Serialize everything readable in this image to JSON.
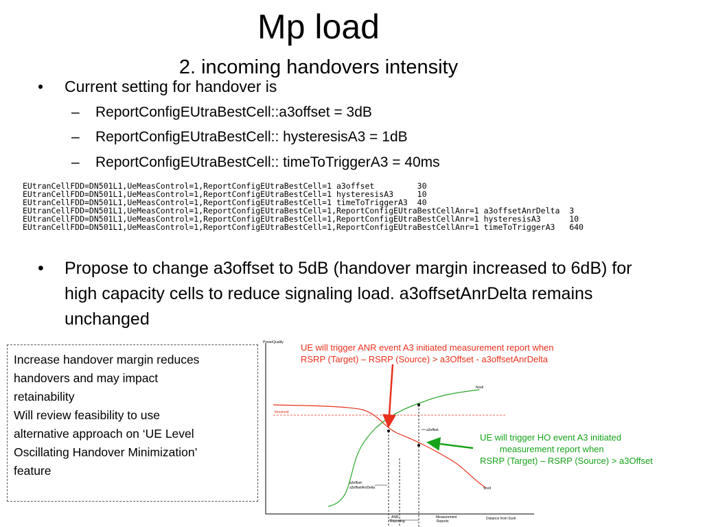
{
  "slide": {
    "title": "Mp load",
    "subtitle": "2. incoming handovers intensity",
    "bullet1": "Current setting for handover is",
    "sub_bullets": [
      "ReportConfigEUtraBestCell::a3offset = 3dB",
      "ReportConfigEUtraBestCell:: hysteresisA3 = 1dB",
      "ReportConfigEUtraBestCell:: timeToTriggerA3 = 40ms"
    ],
    "code_lines": [
      "EUtranCellFDD=DN501L1,UeMeasControl=1,ReportConfigEUtraBestCell=1 a3offset         30",
      "EUtranCellFDD=DN501L1,UeMeasControl=1,ReportConfigEUtraBestCell=1 hysteresisA3     10",
      "EUtranCellFDD=DN501L1,UeMeasControl=1,ReportConfigEUtraBestCell=1 timeToTriggerA3  40",
      "EUtranCellFDD=DN501L1,UeMeasControl=1,ReportConfigEUtraBestCell=1,ReportConfigEUtraBestCellAnr=1 a3offsetAnrDelta  3",
      "EUtranCellFDD=DN501L1,UeMeasControl=1,ReportConfigEUtraBestCell=1,ReportConfigEUtraBestCellAnr=1 hysteresisA3      10",
      "EUtranCellFDD=DN501L1,UeMeasControl=1,ReportConfigEUtraBestCell=1,ReportConfigEUtraBestCellAnr=1 timeToTriggerA3   640"
    ],
    "bullet2": "Propose to change a3offset to 5dB (handover margin increased to 6dB) for high capacity cells to reduce signaling load. a3offsetAnrDelta remains unchanged",
    "note_lines": [
      "Increase handover margin reduces",
      "handovers and may impact",
      "retainability",
      "Will review feasibility to use",
      "alternative approach on ‘UE Level",
      "Oscillating Handover Minimization’",
      "feature"
    ]
  },
  "diagram": {
    "y_axis_label": "PowerQuality",
    "x_axis_label": "Distance from Sceli",
    "ncell_label": "Ncell",
    "scell_label": "Scell",
    "threshold_label": "threshold",
    "a3offset_label": "a3offset",
    "anr_delta_label_1": "a3offset-",
    "anr_delta_label_2": "a3offsetAnrDelta",
    "anr_reporting_1": "ANR",
    "anr_reporting_2": "Reporting",
    "meas_reports_1": "Measurement",
    "meas_reports_2": "Reports",
    "red_annotation": [
      "UE will trigger ANR event A3 initiated measurement report when",
      "RSRP (Target) – RSRP (Source) > a3Offset - a3offsetAnrDelta"
    ],
    "green_annotation": [
      "UE will trigger HO event A3 initiated",
      "        measurement report when",
      "RSRP (Target) – RSRP (Source) > a3Offset"
    ],
    "colors": {
      "red": "#e8301c",
      "green": "#16a21a",
      "scell": "#e8301c",
      "ncell": "#2aa52a"
    }
  }
}
